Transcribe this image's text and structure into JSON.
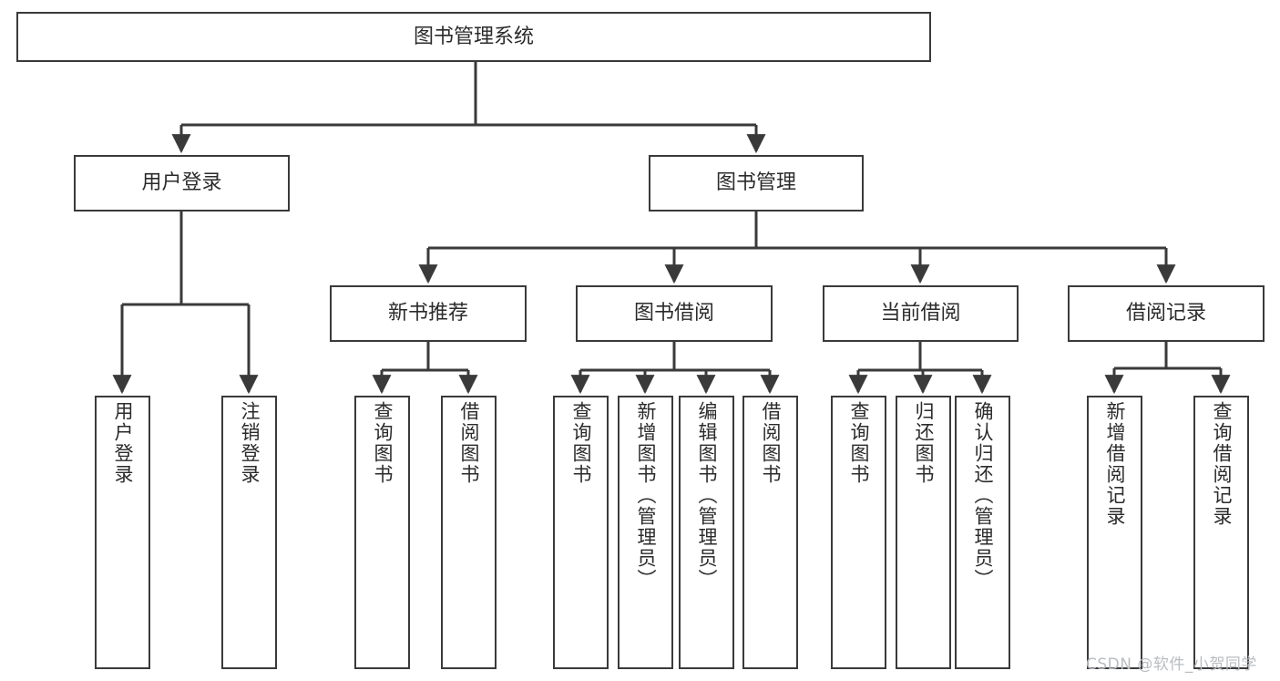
{
  "diagram": {
    "type": "hierarchy-tree",
    "title": "图书管理系统",
    "root": {
      "label": "图书管理系统"
    },
    "level2": [
      {
        "label": "用户登录"
      },
      {
        "label": "图书管理"
      }
    ],
    "level3": [
      {
        "label": "新书推荐"
      },
      {
        "label": "图书借阅"
      },
      {
        "label": "当前借阅"
      },
      {
        "label": "借阅记录"
      }
    ],
    "leaves": {
      "user_login": [
        {
          "label": "用户登录"
        },
        {
          "label": "注销登录"
        }
      ],
      "new_book_recommend": [
        {
          "label": "查询图书"
        },
        {
          "label": "借阅图书"
        }
      ],
      "book_borrow": [
        {
          "label": "查询图书"
        },
        {
          "label": "新增图书（管理员）"
        },
        {
          "label": "编辑图书（管理员）"
        },
        {
          "label": "借阅图书"
        }
      ],
      "current_borrow": [
        {
          "label": "查询图书"
        },
        {
          "label": "归还图书"
        },
        {
          "label": "确认归还（管理员）"
        }
      ],
      "borrow_record": [
        {
          "label": "新增借阅记录"
        },
        {
          "label": "查询借阅记录"
        }
      ]
    }
  },
  "watermark": {
    "text": "CSDN @软件_小贺同学"
  },
  "colors": {
    "stroke": "#3a3a3a",
    "box_fill": "#ffffff",
    "text": "#2b2b2b",
    "watermark": "#b9bcc0",
    "background": "#ffffff"
  }
}
